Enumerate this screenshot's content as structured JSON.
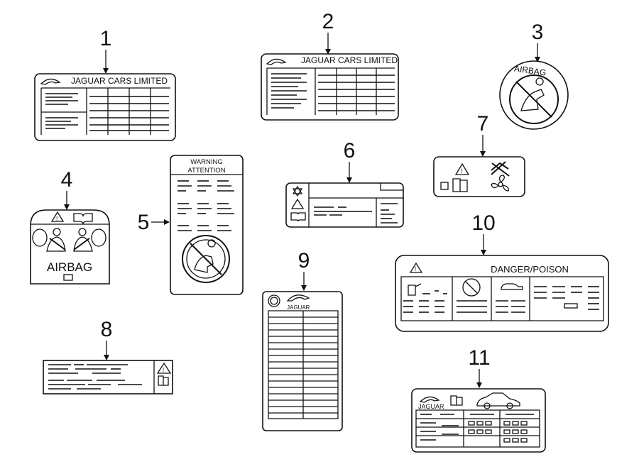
{
  "callouts": [
    "1",
    "2",
    "3",
    "4",
    "5",
    "6",
    "7",
    "8",
    "9",
    "10",
    "11"
  ],
  "labels": {
    "jaguar_cars_limited": "JAGUAR CARS LIMITED",
    "airbag": "AIRBAG",
    "warning": "WARNING",
    "attention": "ATTENTION",
    "jaguar": "JAGUAR",
    "danger_poison": "DANGER/POISON"
  }
}
